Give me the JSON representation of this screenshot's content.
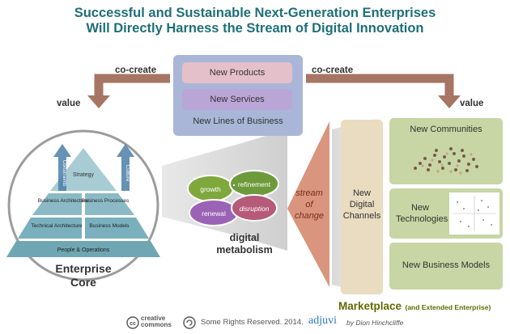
{
  "title": {
    "line1": "Successful and Sustainable Next-Generation Enterprises",
    "line2": "Will Directly Harness the Stream of Digital Innovation"
  },
  "labels": {
    "co_create_left": "co-create",
    "co_create_right": "co-create",
    "value_left": "value",
    "value_right": "value"
  },
  "center_box": {
    "new_products": "New Products",
    "new_services": "New Services",
    "caption": "New Lines of Business"
  },
  "enterprise_core": {
    "title_line1": "Enterprise",
    "title_line2": "Core",
    "constraints": "Constraints",
    "culture": "Culture",
    "strategy": "Strategy",
    "business_architecture": "Business Architecture",
    "business_processes": "Business Processes",
    "technical_architecture": "Technical Architecture",
    "business_models": "Business Models",
    "people_operations": "People & Operations"
  },
  "metabolism": {
    "growth": "growth",
    "refinement": "refinement",
    "renewal": "renewal",
    "disruption": "disruption",
    "label_line1": "digital",
    "label_line2": "metabolism"
  },
  "stream": {
    "line1": "stream",
    "line2": "of",
    "line3": "change"
  },
  "channels": {
    "line1": "New",
    "line2": "Digital",
    "line3": "Channels"
  },
  "marketplace": {
    "new_communities": "New Communities",
    "new_technologies_line1": "New",
    "new_technologies_line2": "Technologies",
    "new_business_models": "New Business Models",
    "title": "Marketplace",
    "subtitle": "(and Extended Enterprise)"
  },
  "footer": {
    "cc_line1": "creative",
    "cc_line2": "commons",
    "rights": "Some Rights Reserved. 2014.",
    "brand": "adjuvi",
    "author": "by Dion Hinchcliffe"
  },
  "colors": {
    "title": "#1f6f78",
    "arrow_brown": "#a67563",
    "center_box": "#a9b6d8",
    "new_products": "#e4c0cb",
    "new_services": "#b9a6d6",
    "channels": "#e9dcc0",
    "market_box": "#c7d6a4",
    "pyramid_light": "#a8ccd4",
    "pyramid_dark": "#6fa6b4",
    "stream": "#d9957d",
    "growth": "#7fa83c",
    "refinement": "#6d9a3a",
    "renewal": "#9b63b5",
    "disruption": "#b55a78",
    "brand": "#2b79c2"
  }
}
